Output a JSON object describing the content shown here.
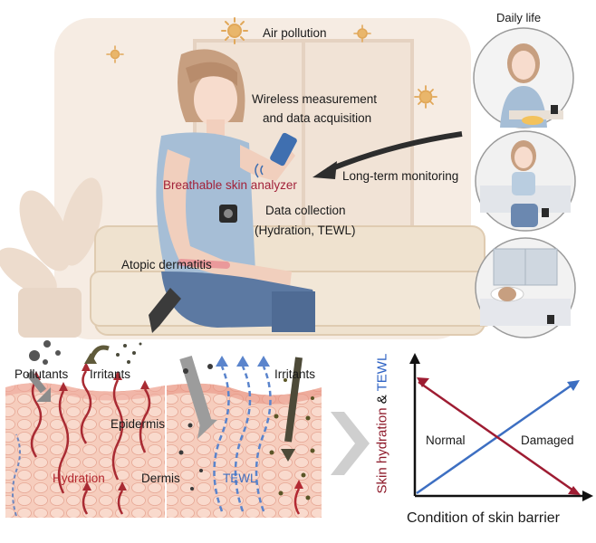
{
  "labels": {
    "daily_life": "Daily life",
    "air_pollution": "Air pollution",
    "wireless_line1": "Wireless measurement",
    "wireless_line2": "and data acquisition",
    "long_term": "Long-term monitoring",
    "breathable": "Breathable skin analyzer",
    "data_collection_line1": "Data collection",
    "data_collection_line2": "(Hydration, TEWL)",
    "atopic": "Atopic dermatitis",
    "pollutants": "Pollutants",
    "irritants_left": "Irritants",
    "irritants_right": "Irritants",
    "epidermis": "Epidermis",
    "hydration": "Hydration",
    "dermis": "Dermis",
    "tewl": "TEWL"
  },
  "graph": {
    "y_label_part1": "Skin hydration",
    "y_label_amp": " & ",
    "y_label_part2": "TEWL",
    "x_label": "Condition of skin barrier",
    "region_left": "Normal",
    "region_right": "Damaged"
  },
  "colors": {
    "hydration_red": "#a2223a",
    "tewl_blue": "#3d6fc2",
    "skin": "#f4c8b8",
    "sofa": "#efe4d2"
  }
}
